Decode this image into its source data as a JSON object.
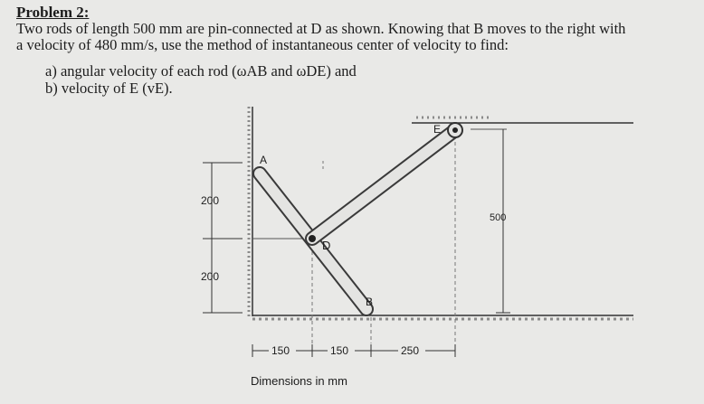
{
  "problem": {
    "title": "Problem 2:",
    "line1": "Two rods of length 500 mm are pin-connected at D as shown. Knowing that B moves to the right with",
    "line2": "a velocity of 480 mm/s, use the method of instantaneous center of velocity to find:",
    "items": [
      "a)  angular velocity of each rod (ωAB and ωDE) and",
      "b)  velocity of E (vE)."
    ]
  },
  "figure": {
    "labels": {
      "A": "A",
      "B": "B",
      "D": "D",
      "E": "E"
    },
    "dimensions": {
      "left_upper": "200",
      "left_lower": "200",
      "right": "500",
      "bottom_1": "150",
      "bottom_2": "150",
      "bottom_3": "250"
    },
    "caption": "Dimensions in mm"
  }
}
